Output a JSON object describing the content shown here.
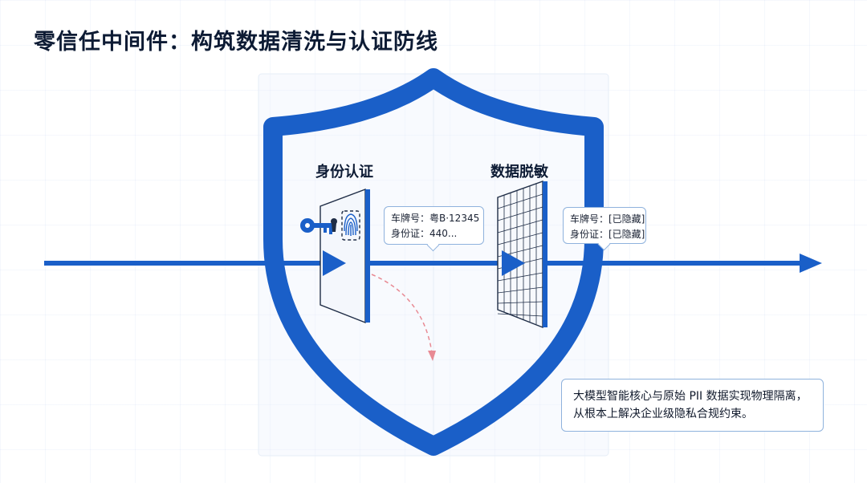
{
  "title": "零信任中间件：构筑数据清洗与认证防线",
  "stages": {
    "auth": "身份认证",
    "mask": "数据脱敏"
  },
  "raw_bubble": {
    "line1": "车牌号：粤B·12345",
    "line2": "身份证：440..."
  },
  "masked_bubble": {
    "line1": "车牌号：[已隐藏]",
    "line2": "身份证：[已隐藏]"
  },
  "note": {
    "line1": "大模型智能核心与原始 PII 数据实现物理隔离，",
    "line2": "从根本上解决企业级隐私合规约束。"
  },
  "colors": {
    "brand_blue": "#1a5fc8",
    "reject_arrow": "#e88a94",
    "text_dark": "#0d1b34"
  },
  "icons": [
    "shield-icon",
    "key-icon",
    "keyhole-icon",
    "fingerprint-icon",
    "filter-grid-icon",
    "flow-arrow-icon",
    "rejected-path-icon"
  ]
}
